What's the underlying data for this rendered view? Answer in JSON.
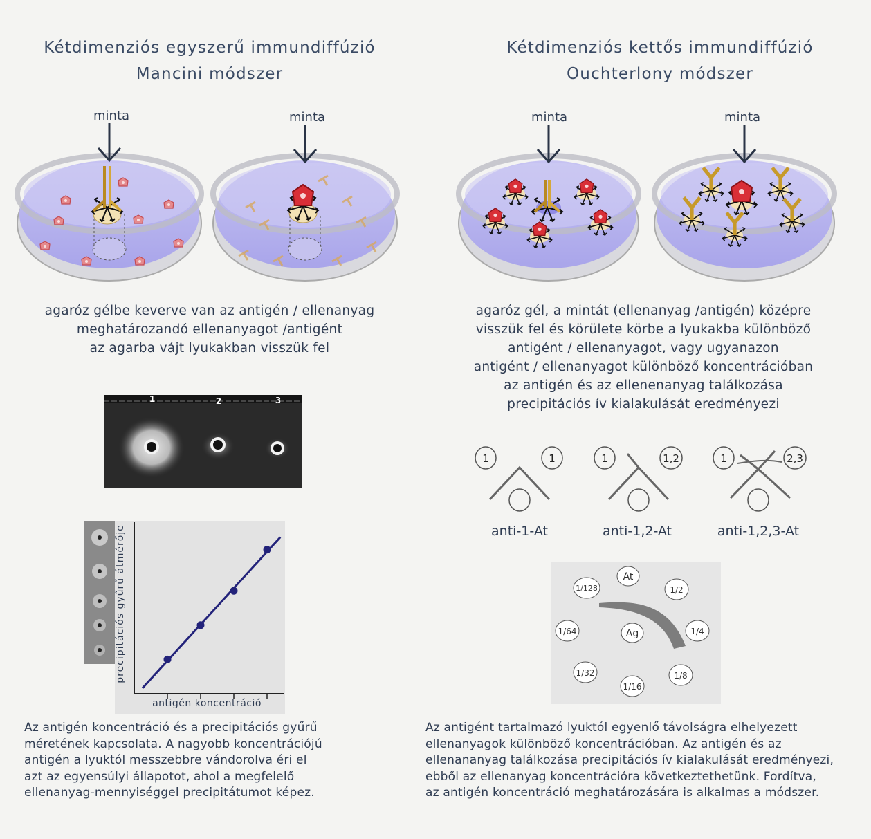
{
  "left": {
    "title_line1": "Kétdimenziós egyszerű immundiffúzió",
    "title_line2": "Mancini módszer",
    "minta": "minta",
    "desc": [
      "agaróz gélbe keverve van az antigén / ellenanyag",
      "meghatározandó ellenanyagot /antigént",
      "az agarba vájt lyukakban visszük fel"
    ],
    "photo_labels": [
      "1",
      "2",
      "3"
    ],
    "graph": {
      "ylabel": "precipitációs gyűrű átmérője",
      "xlabel": "antigén koncentráció"
    },
    "paragraph": [
      "Az antigén koncentráció és a precipitációs gyűrű",
      "méretének kapcsolata. A nagyobb koncentrációjú",
      "antigén a lyuktól messzebbre vándorolva éri el",
      "azt az egyensúlyi állapotot, ahol a megfelelő",
      "ellenanyag-mennyiséggel precipitátumot képez."
    ]
  },
  "right": {
    "title_line1": "Kétdimenziós kettős immundiffúzió",
    "title_line2": "Ouchterlony módszer",
    "minta": "minta",
    "desc": [
      "agaróz gél, a mintát (ellenanyag /antigén) középre",
      "visszük fel és körülete körbe a lyukakba különböző",
      "antigént / ellenanyagot, vagy ugyanazon",
      "antigént / ellenanyagot különböző koncentrációban",
      "az antigén és az ellenenanyag találkozása",
      "precipitációs ív kialakulását eredményezi"
    ],
    "patterns": [
      {
        "left": "1",
        "right": "1",
        "label": "anti-1-At"
      },
      {
        "left": "1",
        "right": "1,2",
        "label": "anti-1,2-At"
      },
      {
        "left": "1",
        "right": "2,3",
        "label": "anti-1,2,3-At"
      }
    ],
    "dilution": {
      "center": "Ag",
      "top": "At",
      "wells": [
        "1/2",
        "1/4",
        "1/8",
        "1/16",
        "1/32",
        "1/64",
        "1/128"
      ]
    },
    "paragraph": [
      "Az antigént tartalmazó lyuktól egyenlő távolságra elhelyezett",
      "ellenanyagok különböző koncentrációban. Az antigén és az",
      "ellenananyag találkozása  precipitációs ív kialakulását eredményezi,",
      "ebből az ellenanyag koncentrációra következtethetünk. Fordítva,",
      "az antigén koncentráció meghatározására is alkalmas a módszer."
    ]
  },
  "colors": {
    "gel": "#b9b6ee",
    "antigen": "#d8303a",
    "antibody": "#b98a22",
    "line": "#23237a"
  },
  "chart_data": {
    "type": "scatter",
    "xlabel": "antigén koncentráció",
    "ylabel": "precipitációs gyűrű átmérője",
    "x": [
      1,
      2,
      3,
      4
    ],
    "y": [
      1,
      2,
      3,
      4.2
    ],
    "xlim": [
      0,
      4.5
    ],
    "ylim": [
      0,
      5
    ],
    "trendline": true,
    "grid": false
  }
}
